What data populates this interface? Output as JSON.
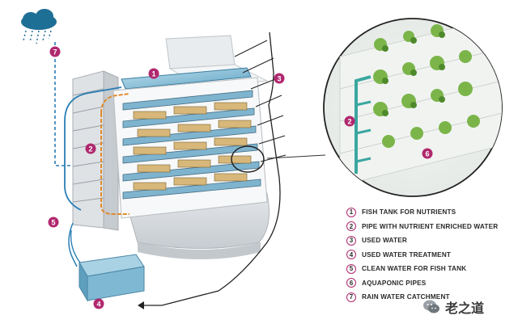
{
  "legend": {
    "items": [
      {
        "num": "1",
        "label": "FISH TANK FOR NUTRIENTS",
        "color": "#b0286e"
      },
      {
        "num": "2",
        "label": "PIPE WITH NUTRIENT ENRICHED WATER",
        "color": "#b0286e"
      },
      {
        "num": "3",
        "label": "USED WATER",
        "color": "#b0286e"
      },
      {
        "num": "4",
        "label": "USED WATER TREATMENT",
        "color": "#b0286e"
      },
      {
        "num": "5",
        "label": "CLEAN WATER FOR FISH TANK",
        "color": "#b0286e"
      },
      {
        "num": "6",
        "label": "AQUAPONIC PIPES",
        "color": "#b0286e"
      },
      {
        "num": "7",
        "label": "RAIN WATER CATCHMENT",
        "color": "#b0286e"
      }
    ]
  },
  "markers": {
    "m1": "1",
    "m2": "2",
    "m3": "3",
    "m4": "4",
    "m5": "5",
    "m6": "6",
    "m7": "7",
    "m2_zoom": "2"
  },
  "watermark": {
    "text": "老之道"
  },
  "colors": {
    "accent": "#b0286e",
    "pipe_blue": "#2a7fb5",
    "pipe_orange": "#e08a2a",
    "teal": "#3aa7a0"
  }
}
